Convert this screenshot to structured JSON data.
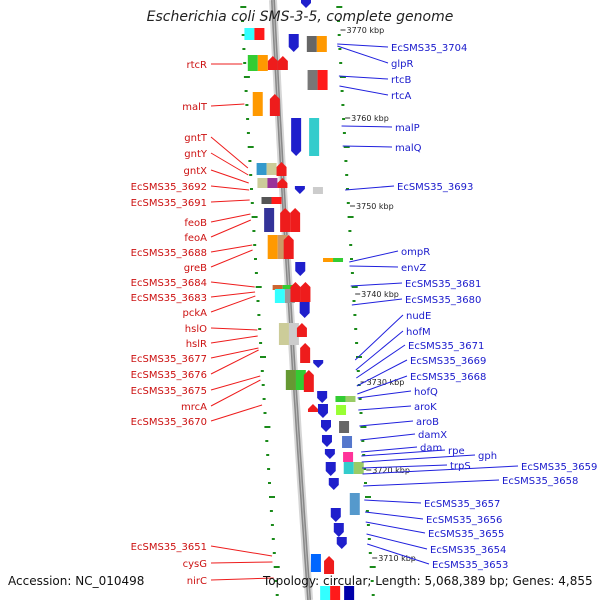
{
  "title": "Escherichia coli SMS-3-5, complete genome",
  "footer": {
    "accession": "Accession: NC_010498",
    "summary": "Topology: circular; Length: 5,068,389 bp; Genes: 4,855"
  },
  "colors": {
    "left_genes": "#ee1c1c",
    "right_genes": "#1f1fcc",
    "backbone": "#888888",
    "ticks": "#1a8a1a"
  },
  "scale_labels": [
    "3770 kbp",
    "3760 kbp",
    "3750 kbp",
    "3740 kbp",
    "3730 kbp",
    "3720 kbp",
    "3710 kbp"
  ],
  "left_labels": [
    "rtcR",
    "malT",
    "gntT",
    "gntY",
    "gntX",
    "EcSMS35_3692",
    "EcSMS35_3691",
    "feoB",
    "feoA",
    "EcSMS35_3688",
    "greB",
    "EcSMS35_3684",
    "EcSMS35_3683",
    "pckA",
    "hslO",
    "hslR",
    "EcSMS35_3677",
    "EcSMS35_3676",
    "EcSMS35_3675",
    "mrcA",
    "EcSMS35_3670",
    "EcSMS35_3651",
    "cysG",
    "nirC"
  ],
  "right_labels": [
    "EcSMS35_3704",
    "glpR",
    "rtcB",
    "rtcA",
    "malP",
    "malQ",
    "EcSMS35_3693",
    "ompR",
    "envZ",
    "EcSMS35_3681",
    "EcSMS35_3680",
    "nudE",
    "hofM",
    "EcSMS35_3671",
    "EcSMS35_3669",
    "EcSMS35_3668",
    "hofQ",
    "aroK",
    "aroB",
    "damX",
    "dam",
    "rpe",
    "gph",
    "trpS",
    "EcSMS35_3659",
    "EcSMS35_3658",
    "EcSMS35_3657",
    "EcSMS35_3656",
    "EcSMS35_3655",
    "EcSMS35_3654",
    "EcSMS35_3653"
  ]
}
